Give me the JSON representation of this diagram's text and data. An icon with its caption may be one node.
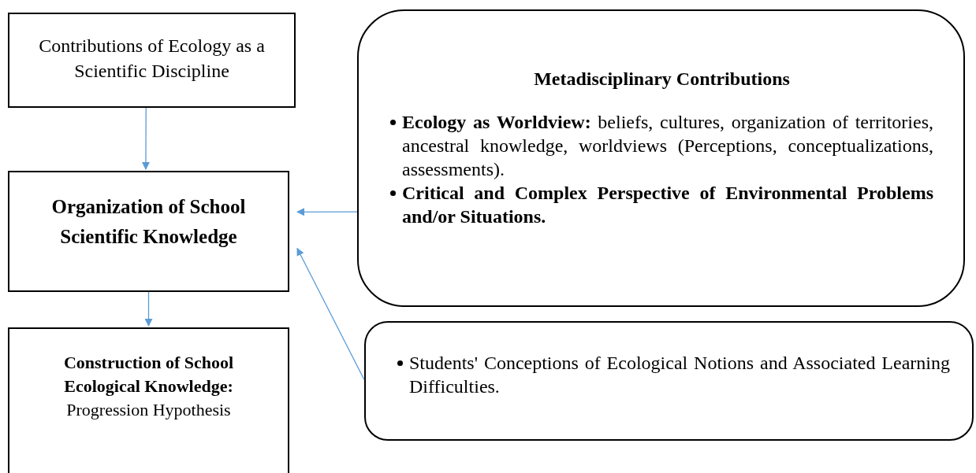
{
  "diagram": {
    "nodes": [
      {
        "text": [
          "Contributions of Ecology as a Scientific Discipline"
        ]
      },
      {
        "text": [
          "Organization of School Scientific Knowledge"
        ]
      },
      {
        "text": [
          "**Construction of School Ecological Knowledge:** Progression Hypothesis"
        ]
      },
      {
        "text": [
          "Metadisciplinary Contributions",
          "**Ecology as Worldview:** beliefs, cultures, organization of territories, ancestral knowledge, worldviews (Perceptions, conceptualizations, assessments).",
          "Critical and Complex Perspective of Environmental Problems and/or Situations."
        ]
      },
      {
        "text": [
          "Students' Conceptions of Ecological Notions and Associated Learning Difficulties."
        ]
      }
    ],
    "edges": [
      {
        "from": 0,
        "to": 1,
        "arrow": "to",
        "color": "#5b9bd5"
      },
      {
        "from": 3,
        "to": 1,
        "arrow": "to",
        "color": "#5b9bd5"
      },
      {
        "from": 4,
        "to": 1,
        "arrow": "to",
        "color": "#5b9bd5"
      },
      {
        "from": 1,
        "to": 2,
        "arrow": "to",
        "color": "#5b9bd5"
      }
    ]
  }
}
